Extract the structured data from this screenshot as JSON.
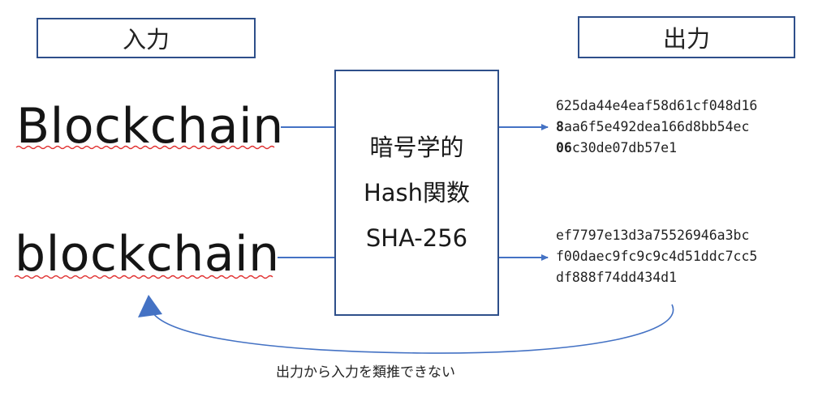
{
  "input_label": "入力",
  "output_label": "出力",
  "inputs": {
    "upper": "Blockchain",
    "lower": "blockchain"
  },
  "hash_function": {
    "line1": "暗号学的",
    "line2": "Hash関数",
    "line3": "SHA-256"
  },
  "outputs": {
    "upper": [
      "625da44e4eaf58d61cf048d16",
      "8aa6f5e492dea166d8bb54ec",
      "06c30de07db57e1"
    ],
    "lower": [
      "ef7797e13d3a75526946a3bc",
      "f00daec9fc9c9c4d51ddc7cc5",
      "df888f74dd434d1"
    ]
  },
  "caption": "出力から入力を類推できない",
  "colors": {
    "box_border": "#2e4f8a",
    "arrow": "#4472c4",
    "spellcheck_underline": "#e03030"
  }
}
